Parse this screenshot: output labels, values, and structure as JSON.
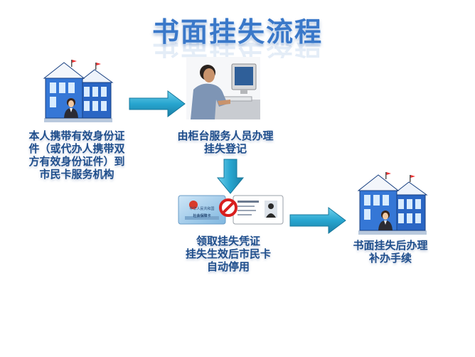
{
  "title": "书面挂失流程",
  "steps": [
    {
      "lines": [
        "本人携带有效身份证",
        "件（或代办人携带双",
        "方有效身份证件）到",
        "市民卡服务机构"
      ]
    },
    {
      "lines": [
        "由柜台服务人员办理",
        "挂失登记"
      ]
    },
    {
      "lines": [
        "领取挂失凭证",
        "挂失生效后市民卡",
        "自动停用"
      ]
    },
    {
      "lines": [
        "书面挂失后办理",
        "补办手续"
      ]
    }
  ],
  "card": {
    "left_title": "中华人民共和国",
    "left_subtitle": "社会保障卡"
  },
  "icons": [
    "service-building-icon",
    "counter-clerk-icon",
    "id-card-icon",
    "no-sign-icon",
    "arrow-right-icon",
    "arrow-down-icon"
  ],
  "colors": {
    "title": "#3a78c9",
    "caption": "#1f4e8c",
    "arrow": "#27a5cf",
    "building": "#2f6fd0"
  }
}
